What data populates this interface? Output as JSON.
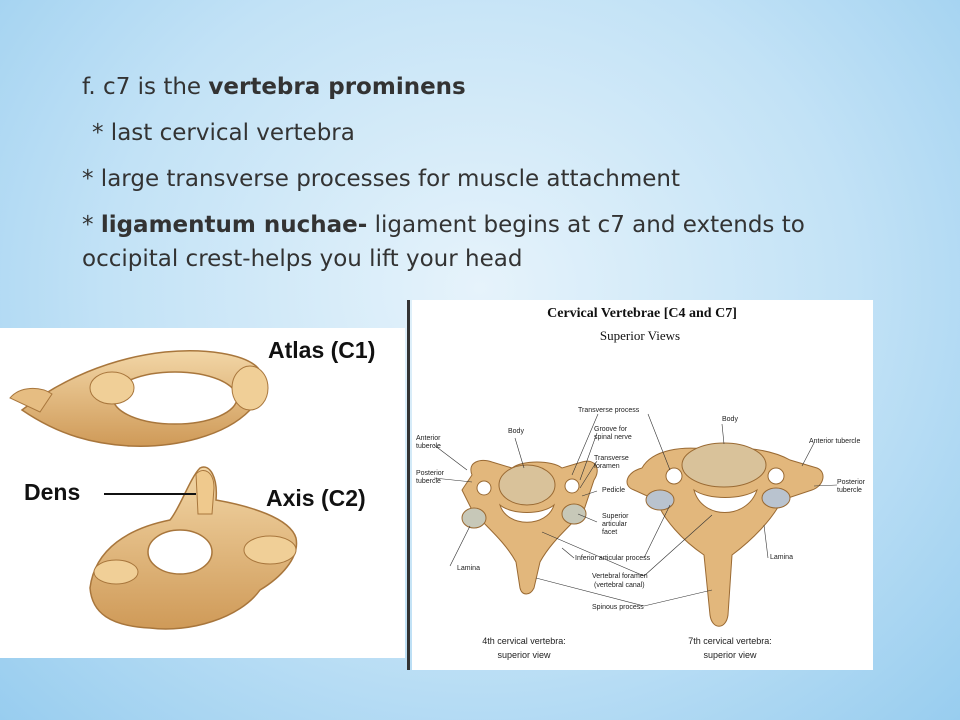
{
  "slide": {
    "line1_prefix": "f. c7 is the ",
    "line1_bold": "vertebra prominens",
    "line2": "* last cervical vertebra",
    "line3": "* large transverse processes for muscle attachment",
    "line4_prefix": "* ",
    "line4_bold": "ligamentum nuchae-",
    "line4_rest": " ligament  begins at c7 and extends to",
    "line5": "occipital crest-helps you lift your head"
  },
  "left_figure": {
    "atlas_label": "Atlas (C1)",
    "axis_label": "Axis (C2)",
    "dens_label": "Dens"
  },
  "right_figure": {
    "title": "Cervical Vertebrae [C4 and C7]",
    "subtitle": "Superior Views",
    "labels": {
      "transverse_process": "Transverse process",
      "body_left": "Body",
      "body_right": "Body",
      "groove_1": "Groove for",
      "groove_2": "spinal nerve",
      "transverse_foramen_1": "Transverse",
      "transverse_foramen_2": "foramen",
      "pedicle": "Pedicle",
      "anterior_tubercle_left_1": "Anterior",
      "anterior_tubercle_left_2": "tubercle",
      "anterior_tubercle_right": "Anterior tubercle",
      "posterior_tubercle_left_1": "Posterior",
      "posterior_tubercle_left_2": "tubercle",
      "posterior_tubercle_right_1": "Posterior",
      "posterior_tubercle_right_2": "tubercle",
      "superior_facet_1": "Superior",
      "superior_facet_2": "articular",
      "superior_facet_3": "facet",
      "inferior_facet": "Inferior articular process",
      "lamina_left": "Lamina",
      "lamina_right": "Lamina",
      "vertebral_foramen_1": "Vertebral foramen",
      "vertebral_foramen_2": "(vertebral canal)",
      "spinous_process": "Spinous process"
    },
    "caption_left_1": "4th cervical vertebra:",
    "caption_left_2": "superior view",
    "caption_right_1": "7th cervical vertebra:",
    "caption_right_2": "superior view"
  },
  "colors": {
    "bone": "#e2b77c",
    "bone_dark": "#b98545",
    "bone_light": "#f2d6a6",
    "text": "#333333"
  }
}
